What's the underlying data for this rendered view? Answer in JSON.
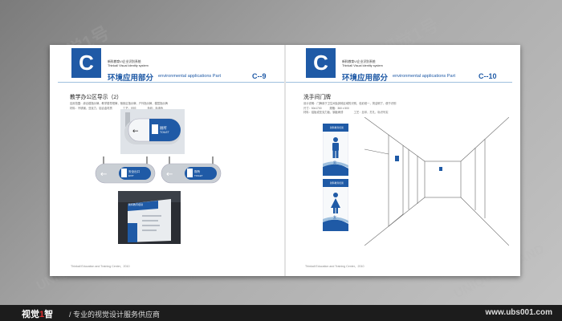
{
  "pages": {
    "left": {
      "section_letter": "C",
      "header_small": [
        "新科教育VI企业识别系统",
        "Thinkall Visual Identity system"
      ],
      "title_cn": "环境应用部分",
      "title_en": "environmental applications Part",
      "code": "C--9",
      "section_title": "教学办公区导示（2）",
      "body_lines": [
        "应用范围：综合楼指示牌，教学楼导视牌，宿舍区指示牌，户外指示牌，楼层指示牌",
        "材料：不锈钢，亚克力，铝合金材质　　　　工艺：丝印　　　　 色彩：标准色"
      ],
      "footer": "Thinkall Education and Training Center，2010",
      "signs": {
        "top_sign": {
          "cn": "厕所",
          "en": "TOILET"
        },
        "left_sign": {
          "cn": "安全出口",
          "en": "EXIT"
        },
        "right_sign": {
          "cn": "厕所",
          "en": "TOILET"
        },
        "photo_sign_label": "新科教育培训"
      }
    },
    "right": {
      "section_letter": "C",
      "header_small": [
        "新科教育VI企业识别系统",
        "Thinkall Visual Identity system"
      ],
      "title_cn": "环境应用部分",
      "title_en": "environmental applications Part",
      "code": "C--10",
      "section_title": "洗手间门牌",
      "body_lines": [
        "设计说明：门牌用于卫生间及其他区域的识别，色彩统一，简洁明了，便于识别",
        "尺寸：50x1700　　　规格：360 x 500",
        "材料：铝板或亚克力板，钢板烤漆　　　　工艺：丝印，打孔，标识写实"
      ],
      "footer": "Thinkall Education and Training Center，2010",
      "door_signs": {
        "logo_label": "新科教育培训",
        "men": {
          "cn": "男",
          "en": "man"
        },
        "women": {
          "cn": "女",
          "en": "women"
        }
      }
    }
  },
  "watermark": {
    "brand": "视觉1号",
    "en": "UNIQUE BRAND"
  },
  "bottom_bar": {
    "brand_main": "视觉",
    "brand_accent": "1",
    "brand_tail": "智",
    "slogan": "/ 专业的视觉设计服务供应商",
    "url": "www.ubs001.com"
  },
  "colors": {
    "brand_blue": "#1f5aa6",
    "light_blue": "#9fc0de",
    "bar_dark": "#1c1c1c",
    "accent_red": "#e03030"
  }
}
